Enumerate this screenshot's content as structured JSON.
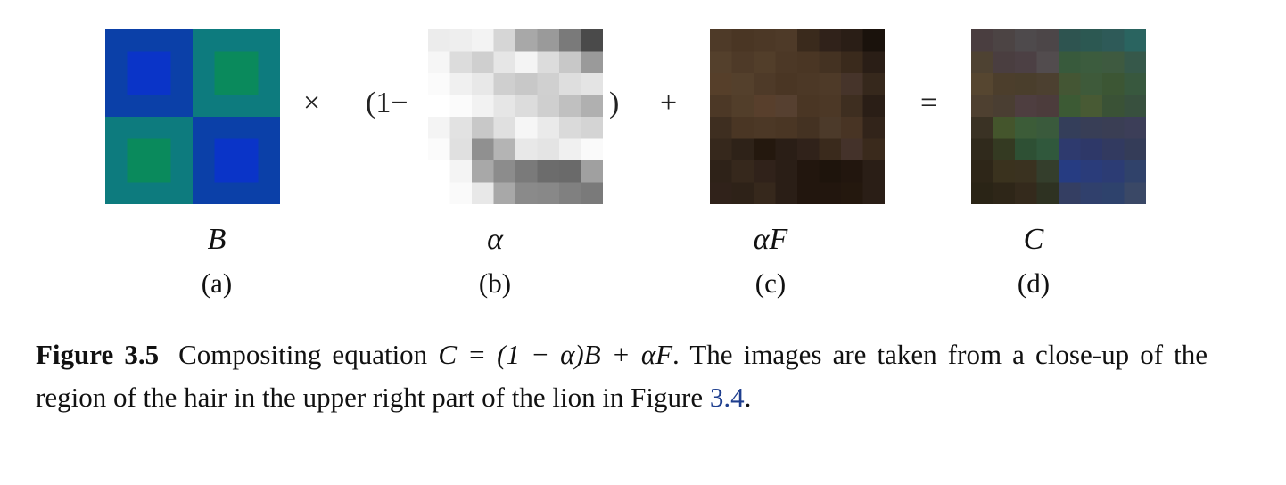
{
  "figure": {
    "panels": [
      {
        "id": "a",
        "math_label": "B",
        "sub_label": "(a)",
        "colors": [
          [
            "#0b40a8",
            "#0b40a8",
            "#0b40a8",
            "#0b40a8",
            "#0d7b7e",
            "#0d7b7e",
            "#0d7b7e",
            "#0d7b7e"
          ],
          [
            "#0b40a8",
            "#0a34c8",
            "#0a34c8",
            "#0b40a8",
            "#0d7b7e",
            "#0a8a5c",
            "#0a8a5c",
            "#0d7b7e"
          ],
          [
            "#0b40a8",
            "#0a34c8",
            "#0a34c8",
            "#0b40a8",
            "#0d7b7e",
            "#0a8a5c",
            "#0a8a5c",
            "#0d7b7e"
          ],
          [
            "#0b40a8",
            "#0b40a8",
            "#0b40a8",
            "#0b40a8",
            "#0d7b7e",
            "#0d7b7e",
            "#0d7b7e",
            "#0d7b7e"
          ],
          [
            "#0d7b7e",
            "#0d7b7e",
            "#0d7b7e",
            "#0d7b7e",
            "#0b40a8",
            "#0b40a8",
            "#0b40a8",
            "#0b40a8"
          ],
          [
            "#0d7b7e",
            "#0a8a5c",
            "#0a8a5c",
            "#0d7b7e",
            "#0b40a8",
            "#0a34c8",
            "#0a34c8",
            "#0b40a8"
          ],
          [
            "#0d7b7e",
            "#0a8a5c",
            "#0a8a5c",
            "#0d7b7e",
            "#0b40a8",
            "#0a34c8",
            "#0a34c8",
            "#0b40a8"
          ],
          [
            "#0d7b7e",
            "#0d7b7e",
            "#0d7b7e",
            "#0d7b7e",
            "#0b40a8",
            "#0b40a8",
            "#0b40a8",
            "#0b40a8"
          ]
        ]
      },
      {
        "id": "b",
        "math_label": "α",
        "sub_label": "(b)",
        "colors": [
          [
            "#ececec",
            "#eeeeee",
            "#f3f3f3",
            "#d6d6d6",
            "#a8a8a8",
            "#9a9a9a",
            "#7a7a7a",
            "#4a4a4a"
          ],
          [
            "#f6f6f6",
            "#dcdcdc",
            "#cfcfcf",
            "#e6e6e6",
            "#f4f4f4",
            "#dcdcdc",
            "#c8c8c8",
            "#9a9a9a"
          ],
          [
            "#fbfbfb",
            "#f0f0f0",
            "#e8e8e8",
            "#cfcfcf",
            "#c8c8c8",
            "#d0d0d0",
            "#dedede",
            "#e4e4e4"
          ],
          [
            "#ffffff",
            "#fbfbfb",
            "#f2f2f2",
            "#e6e6e6",
            "#dcdcdc",
            "#cfcfcf",
            "#c0c0c0",
            "#b0b0b0"
          ],
          [
            "#f4f4f4",
            "#e2e2e2",
            "#c8c8c8",
            "#e0e0e0",
            "#f6f6f6",
            "#eaeaea",
            "#dadada",
            "#d4d4d4"
          ],
          [
            "#fbfbfb",
            "#e0e0e0",
            "#909090",
            "#b4b4b4",
            "#e8e8e8",
            "#e4e4e4",
            "#f0f0f0",
            "#fafafa"
          ],
          [
            "#ffffff",
            "#f4f4f4",
            "#a8a8a8",
            "#8c8c8c",
            "#7a7a7a",
            "#6c6c6c",
            "#6a6a6a",
            "#a0a0a0"
          ],
          [
            "#ffffff",
            "#fafafa",
            "#e8e8e8",
            "#a8a8a8",
            "#8a8a8a",
            "#888888",
            "#808080",
            "#7a7a7a"
          ]
        ]
      },
      {
        "id": "c",
        "math_label": "αF",
        "sub_label": "(c)",
        "colors": [
          [
            "#4e3a28",
            "#4a3624",
            "#4c3826",
            "#4e3a28",
            "#3a2a1c",
            "#30221a",
            "#2a1e16",
            "#1a120c"
          ],
          [
            "#54402c",
            "#4e3a28",
            "#523e2a",
            "#4c3826",
            "#4a3624",
            "#443222",
            "#3a2a1c",
            "#2a1e16"
          ],
          [
            "#563f2a",
            "#54402c",
            "#4e3a28",
            "#4a3624",
            "#4c3826",
            "#4e3a28",
            "#46342a",
            "#36281c"
          ],
          [
            "#4c3826",
            "#523e2a",
            "#583f2c",
            "#564030",
            "#4a3624",
            "#4c3826",
            "#3e2e20",
            "#2a1e16"
          ],
          [
            "#3e2e20",
            "#4a3624",
            "#4c3826",
            "#4a3624",
            "#443222",
            "#4c3a2a",
            "#483424",
            "#32241a"
          ],
          [
            "#36281c",
            "#2e2218",
            "#24180e",
            "#2a1e16",
            "#30221a",
            "#3a2a1c",
            "#44322a",
            "#3a2a1c"
          ],
          [
            "#2e2218",
            "#36281c",
            "#30221a",
            "#2a1e16",
            "#22160e",
            "#1e140c",
            "#22160e",
            "#2a1e16"
          ],
          [
            "#30221a",
            "#2e2218",
            "#36281c",
            "#2a1e16",
            "#22160e",
            "#22160e",
            "#24180e",
            "#2a1e16"
          ]
        ]
      },
      {
        "id": "d",
        "math_label": "C",
        "sub_label": "(d)",
        "colors": [
          [
            "#4a3e40",
            "#4c4444",
            "#4e4a4c",
            "#4c4648",
            "#2e5450",
            "#2c5852",
            "#2e5a58",
            "#2a6460"
          ],
          [
            "#4e4232",
            "#4a3e40",
            "#4c4044",
            "#524c4e",
            "#385a3c",
            "#3c5c3e",
            "#3e5a40",
            "#36584a"
          ],
          [
            "#564630",
            "#4c3e2c",
            "#4a3e2c",
            "#4c4030",
            "#445634",
            "#3e5a3a",
            "#3c5634",
            "#38583e"
          ],
          [
            "#4e4030",
            "#4a3e32",
            "#4e3e40",
            "#4c3c3c",
            "#3c5a34",
            "#485a34",
            "#3a5236",
            "#38503e"
          ],
          [
            "#3a3224",
            "#44552c",
            "#3c5c38",
            "#3a5a3c",
            "#343e5a",
            "#383e56",
            "#3a3e54",
            "#3c3e58"
          ],
          [
            "#302a1c",
            "#343a22",
            "#2e5034",
            "#30583c",
            "#2e3a6e",
            "#2e3868",
            "#323a60",
            "#343c58"
          ],
          [
            "#2e2618",
            "#3a321e",
            "#3a3220",
            "#343e2c",
            "#263c82",
            "#2a3c7a",
            "#2c3c74",
            "#30426a"
          ],
          [
            "#2a2416",
            "#2e2618",
            "#342a1c",
            "#2e3222",
            "#343e62",
            "#30406c",
            "#2e426c",
            "#3a4866"
          ]
        ]
      }
    ],
    "operators": {
      "times": "×",
      "one_minus": "(1−",
      "close_paren": ")",
      "plus": "+",
      "equals": "="
    },
    "caption": {
      "fig_label": "Figure 3.5",
      "text_before_eq": "Compositing equation ",
      "equation": "C = (1 − α)B + αF",
      "text_after_eq": ".  The images are taken from a close-up of the region of the hair in the upper right part of the lion in Figure ",
      "ref": "3.4",
      "end": "."
    }
  }
}
